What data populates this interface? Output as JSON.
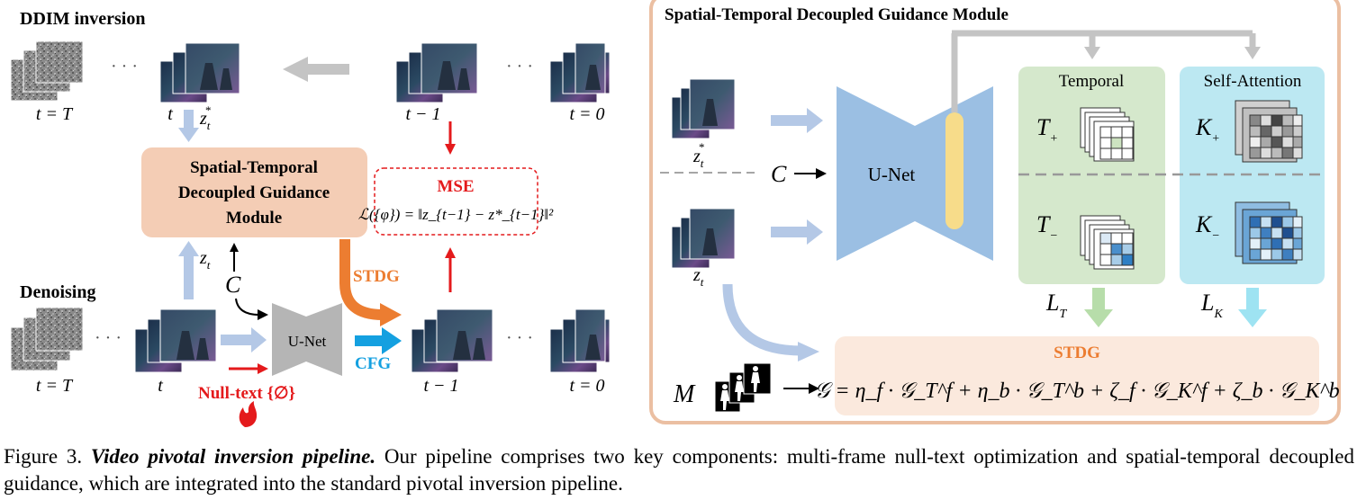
{
  "left": {
    "ddim_title": "DDIM inversion",
    "denoising_title": "Denoising",
    "ellipsis": "· · ·",
    "labels": {
      "t_T": "t = T",
      "t": "t",
      "t_minus_1": "t − 1",
      "t_0": "t = 0",
      "z": "z",
      "t_sub": "t",
      "star": "*",
      "C": "C"
    },
    "stdg_box": [
      "Spatial-Temporal",
      "Decoupled Guidance",
      "Module"
    ],
    "mse_title": "MSE",
    "mse_formula": "ℒ({φ}) = ‖z_{t−1} − z*_{t−1}‖²",
    "stdg_label": "STDG",
    "cfg_label": "CFG",
    "unet_label": "U-Net",
    "null_text": "Null-text {∅}"
  },
  "right": {
    "title": "Spatial-Temporal Decoupled Guidance Module",
    "unet_label": "U-Net",
    "c_label": "C",
    "temporal_title": "Temporal",
    "selfattn_title": "Self-Attention",
    "t_plus": "T",
    "t_minus": "T",
    "k_plus": "K",
    "k_minus": "K",
    "plus": "+",
    "minus": "−",
    "l_t": "L",
    "l_k": "L",
    "l_t_sub": "T",
    "l_k_sub": "K",
    "m_label": "M",
    "stdg_title": "STDG",
    "stdg_formula": "𝒢 = η_f · 𝒢_T^f + η_b · 𝒢_T^b + ζ_f · 𝒢_K^f + ζ_b · 𝒢_K^b"
  },
  "caption": {
    "prefix": "Figure 3.",
    "bold": "Video pivotal inversion pipeline.",
    "text": "Our pipeline comprises two key components: multi-frame null-text optimization and spatial-temporal decoupled guidance, which are integrated into the standard pivotal inversion pipeline."
  },
  "colors": {
    "arrow_gray": "#c4c4c4",
    "arrow_blue_light": "#b4c8e6",
    "red": "#e41a1c",
    "orange": "#ec7d31",
    "cyan": "#14a0e0",
    "stdg_box": "#f4cdb5",
    "module_border": "#ebbfa2",
    "temporal_bg": "#d5e8cc",
    "selfattn_bg": "#bce8f2",
    "unet_blue": "#9bbfe3",
    "yellow": "#f7dc8a",
    "unet_gray": "#b5b5b5",
    "stdg_formula_bg": "#fbe9dd"
  }
}
